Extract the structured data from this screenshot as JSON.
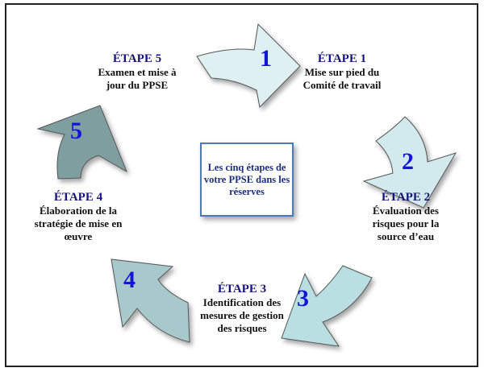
{
  "center": {
    "title": "Les cinq étapes de votre PPSE dans les réserves"
  },
  "steps": [
    {
      "number": "1",
      "heading": "ÉTAPE 1",
      "text": "Mise sur pied du Comité de travail",
      "arrow_color": "#dff0f2"
    },
    {
      "number": "2",
      "heading": "ÉTAPE 2",
      "text": "Évaluation des risques pour la source d’eau",
      "arrow_color": "#d2eaee"
    },
    {
      "number": "3",
      "heading": "ÉTAPE 3",
      "text": "Identification des mesures de gestion des risques",
      "arrow_color": "#b9dfe3"
    },
    {
      "number": "4",
      "heading": "ÉTAPE 4",
      "text": "Élaboration de la stratégie de mise en œuvre",
      "arrow_color": "#a8c9cc"
    },
    {
      "number": "5",
      "heading": "ÉTAPE 5",
      "text": "Examen et mise à jour du PPSE",
      "arrow_color": "#7f9ea0"
    }
  ]
}
